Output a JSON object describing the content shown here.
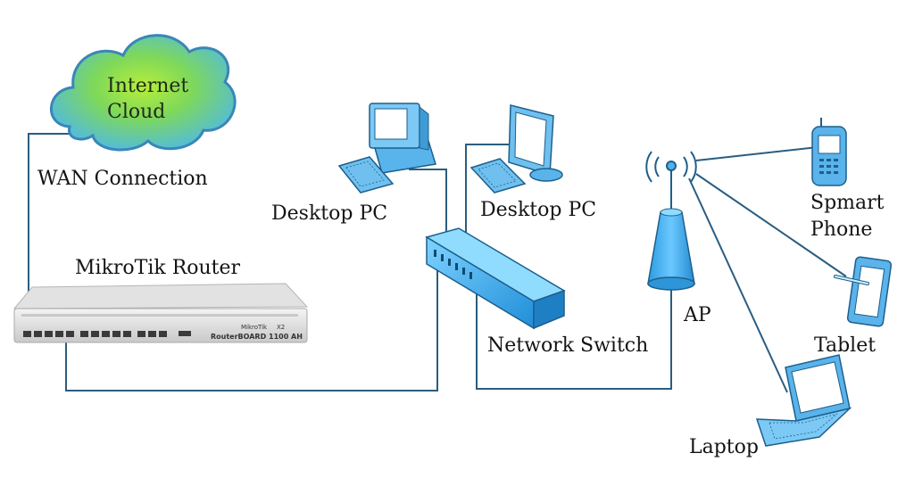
{
  "diagram": {
    "cloud": {
      "line1": "Internet",
      "line2": "Cloud"
    },
    "labels": {
      "wan": "WAN Connection",
      "router": "MikroTik Router",
      "desktop1": "Desktop PC",
      "desktop2": "Desktop PC",
      "switch": "Network Switch",
      "ap": "AP",
      "phone_line1": "Spmart",
      "phone_line2": "Phone",
      "tablet": "Tablet",
      "laptop": "Laptop"
    },
    "router_panel": {
      "brand": "MikroTik",
      "model": "RouterBOARD 1100 AH",
      "badge": "X2"
    }
  }
}
